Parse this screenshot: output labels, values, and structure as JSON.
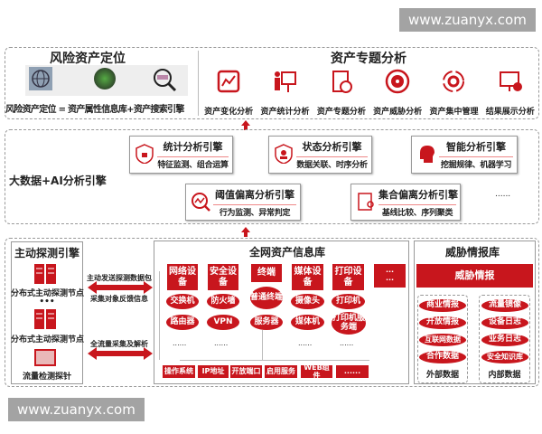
{
  "watermark": "www.zuanyx.com",
  "risk": {
    "title": "风险资产定位",
    "formula": "风险资产定位 = 资产属性信息库+资产搜索引擎",
    "icons": [
      "globe-icon",
      "asset-ball-icon",
      "search-magnifier-icon"
    ]
  },
  "topic": {
    "title": "资产专题分析",
    "items": [
      {
        "label": "资产变化分析",
        "icon": "bar-chart-icon"
      },
      {
        "label": "资产统计分析",
        "icon": "presenter-chart-icon"
      },
      {
        "label": "资产专题分析",
        "icon": "clipboard-chart-icon"
      },
      {
        "label": "资产威胁分析",
        "icon": "radiation-icon"
      },
      {
        "label": "资产集中管理",
        "icon": "gear-cycle-icon"
      },
      {
        "label": "结果展示分析",
        "icon": "monitor-chart-icon"
      }
    ]
  },
  "engine": {
    "title": "大数据+AI分析引擎",
    "more": "......",
    "cards": [
      {
        "title": "统计分析引擎",
        "sub": "特征监测、组合运算",
        "icon": "shield-lock-icon"
      },
      {
        "title": "状态分析引擎",
        "sub": "数据关联、时序分析",
        "icon": "shield-user-icon"
      },
      {
        "title": "智能分析引擎",
        "sub": "挖掘规律、机器学习",
        "icon": "brain-head-icon"
      },
      {
        "title": "阈值偏离分析引擎",
        "sub": "行为监测、异常判定",
        "icon": "magnifier-trend-icon"
      },
      {
        "title": "集合偏离分析引擎",
        "sub": "基线比较、序列聚类",
        "icon": "doc-user-icon"
      }
    ]
  },
  "probe": {
    "title": "主动探测引擎",
    "node1": "分布式主动探测节点",
    "dots": "•••",
    "node2": "分布式主动探测节点",
    "flow": "流量检测探针"
  },
  "links": {
    "send": "主动发送探测数据包",
    "feedback": "采集对象反馈信息",
    "full": "全流量采集及解析"
  },
  "assets": {
    "title": "全网资产信息库",
    "categories": [
      "网络设备",
      "安全设备",
      "终端",
      "媒体设备",
      "打印设备",
      "···\n···"
    ],
    "row1": [
      "交换机",
      "防火墙",
      "普通终端",
      "摄像头",
      "打印机"
    ],
    "row2": [
      "路由器",
      "VPN",
      "服务器",
      "媒体机",
      "打印机服务端"
    ],
    "dots": "......",
    "attrs": [
      "操作系统",
      "IP地址",
      "开放端口",
      "启用服务",
      "WEB组件",
      "......"
    ]
  },
  "threat": {
    "title": "威胁情报库",
    "bar": "威胁情报",
    "external": {
      "items": [
        "商业情报",
        "开放情报",
        "互联网数据",
        "合作数据"
      ],
      "label": "外部数据"
    },
    "internal": {
      "items": [
        "流量镜像",
        "设备日志",
        "业务日志",
        "安全知识库"
      ],
      "label": "内部数据"
    }
  },
  "colors": {
    "accent": "#c8161d",
    "watermark": "#9a9a9a"
  }
}
